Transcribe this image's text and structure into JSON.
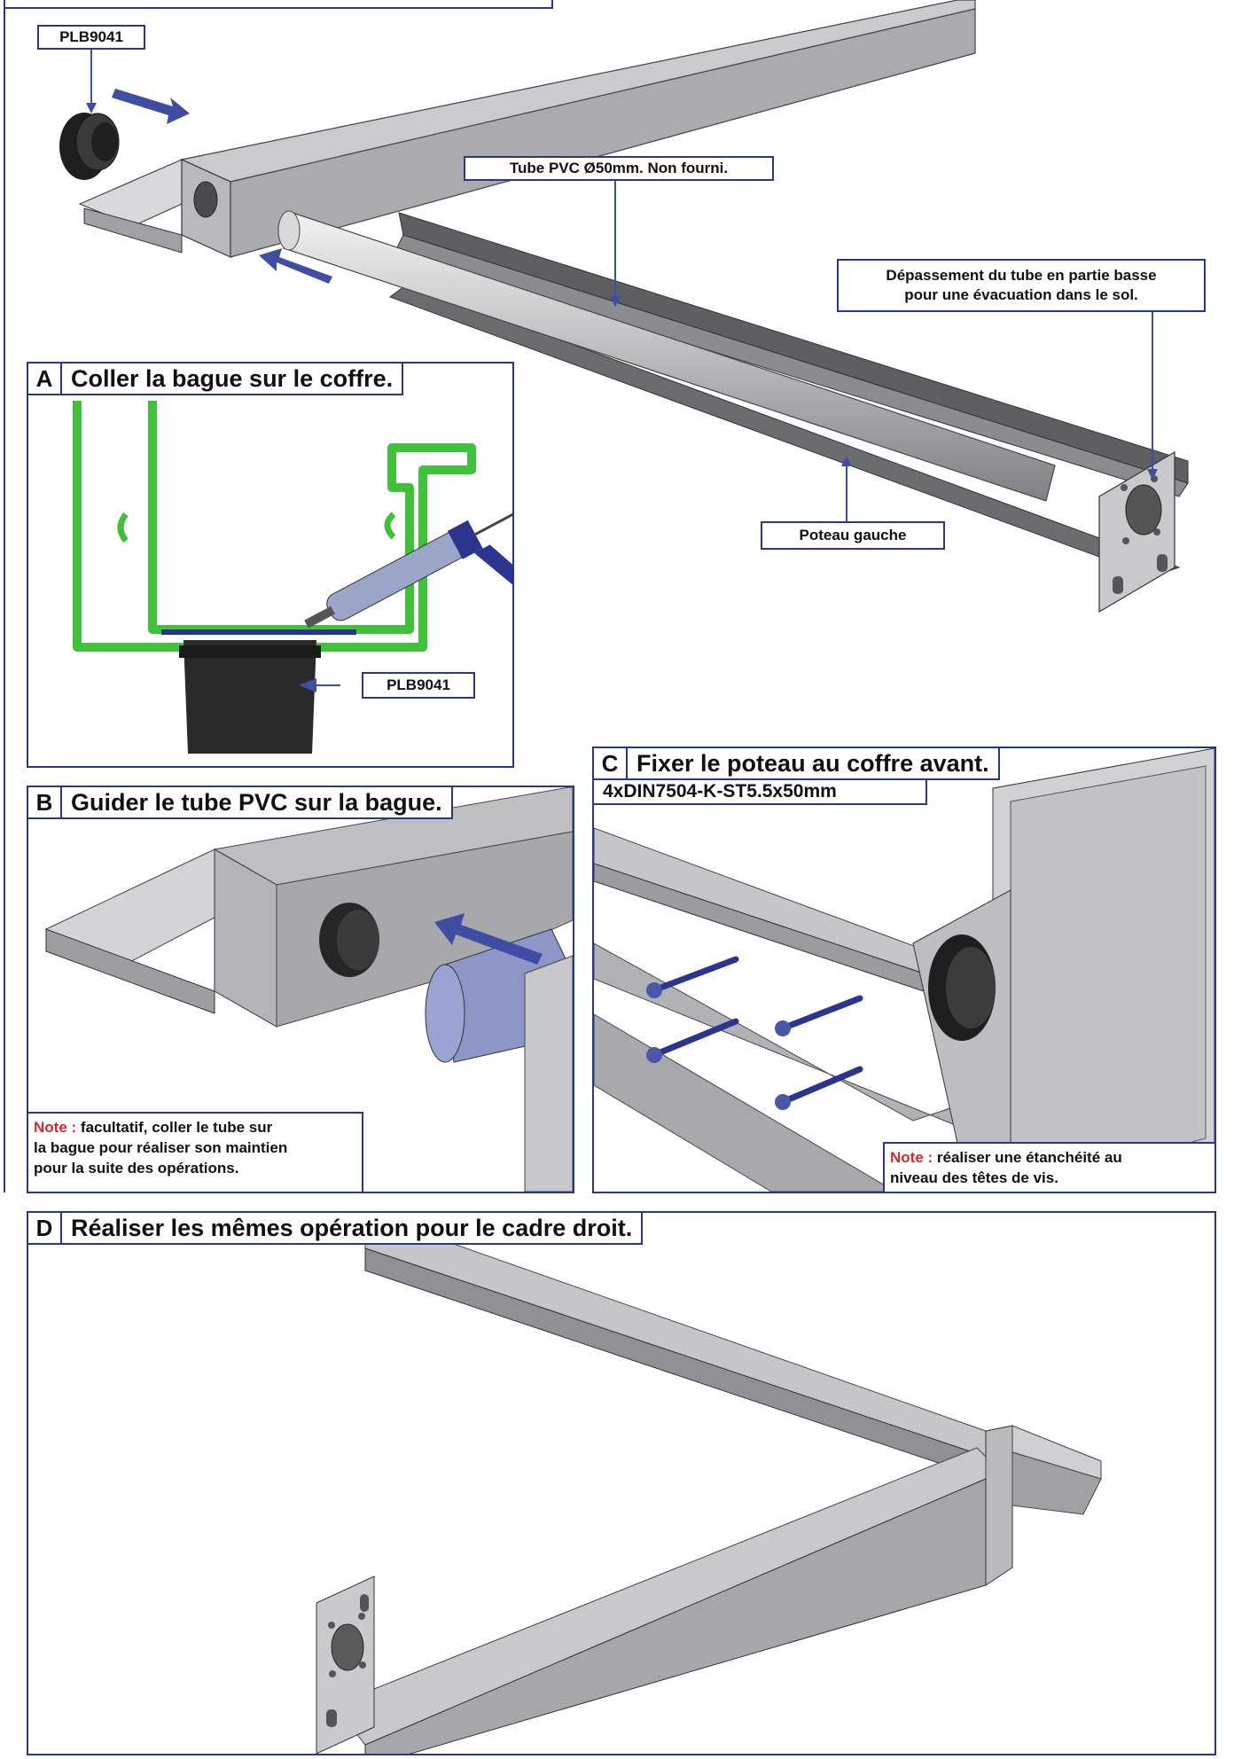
{
  "top_header_partial": "",
  "callouts": {
    "plb9041_top": "PLB9041",
    "tube_pvc": "Tube PVC Ø50mm. Non fourni.",
    "depassement_line1": "Dépassement du tube en partie basse",
    "depassement_line2": "pour une évacuation dans le sol.",
    "poteau_gauche": "Poteau gauche",
    "plb9041_a": "PLB9041",
    "screws": "4xDIN7504-K-ST5.5x50mm"
  },
  "sections": {
    "a": {
      "letter": "A",
      "title": "Coller la bague sur le coffre."
    },
    "b": {
      "letter": "B",
      "title": "Guider le tube PVC sur la bague."
    },
    "c": {
      "letter": "C",
      "title": "Fixer le poteau au coffre avant."
    },
    "d": {
      "letter": "D",
      "title": "Réaliser les mêmes opération pour le cadre droit."
    }
  },
  "notes": {
    "b": {
      "label": "Note :",
      "line1": "facultatif, coller le tube sur",
      "line2": "la bague pour réaliser son maintien",
      "line3": "pour la suite des opérations."
    },
    "c": {
      "label": "Note :",
      "line1": "réaliser une étanchéité au",
      "line2": "niveau des têtes de vis."
    }
  },
  "colors": {
    "frame_blue": "#2b3590",
    "arrow_blue": "#3f4ea3",
    "note_red": "#e0242b",
    "profile_green": "#3fc23a",
    "metal": "#c4c6ca"
  }
}
